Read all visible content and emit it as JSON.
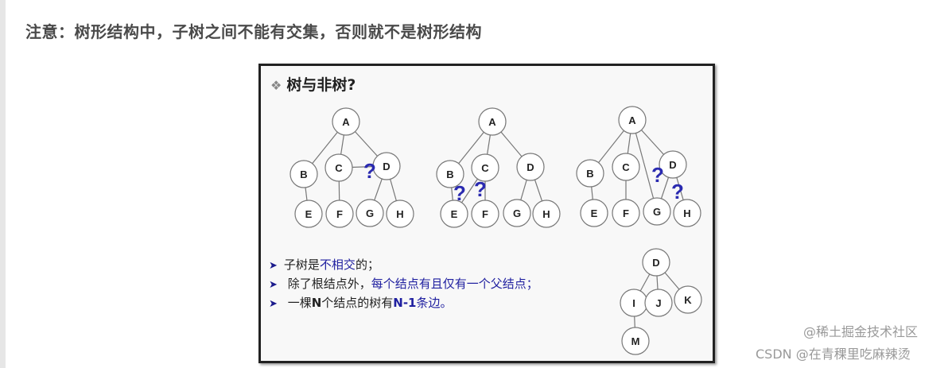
{
  "heading": "注意：树形结构中，子树之间不能有交集，否则就不是树形结构",
  "slide": {
    "title_icon": "diamond-bullet-icon",
    "title": "树与非树?",
    "bullets": [
      {
        "parts": [
          "子树是",
          "不相交",
          "的；"
        ]
      },
      {
        "parts": [
          "除了根结点外，",
          "每个结点有且仅有一个父结点；"
        ]
      },
      {
        "parts": [
          "一棵",
          "N",
          "个结点的树有",
          "N-1",
          "条边。"
        ]
      }
    ],
    "question_mark": "?",
    "trees": [
      {
        "nodes": [
          "A",
          "B",
          "C",
          "D",
          "E",
          "F",
          "G",
          "H"
        ],
        "edges": [
          [
            "A",
            "B"
          ],
          [
            "A",
            "C"
          ],
          [
            "A",
            "D"
          ],
          [
            "C",
            "D"
          ],
          [
            "B",
            "E"
          ],
          [
            "C",
            "F"
          ],
          [
            "D",
            "G"
          ],
          [
            "D",
            "H"
          ]
        ]
      },
      {
        "nodes": [
          "A",
          "B",
          "C",
          "D",
          "E",
          "F",
          "G",
          "H"
        ],
        "edges": [
          [
            "A",
            "B"
          ],
          [
            "A",
            "C"
          ],
          [
            "A",
            "D"
          ],
          [
            "B",
            "E"
          ],
          [
            "C",
            "E"
          ],
          [
            "C",
            "F"
          ],
          [
            "D",
            "G"
          ],
          [
            "D",
            "H"
          ]
        ]
      },
      {
        "nodes": [
          "A",
          "B",
          "C",
          "D",
          "E",
          "F",
          "G",
          "H"
        ],
        "edges": [
          [
            "A",
            "B"
          ],
          [
            "A",
            "C"
          ],
          [
            "A",
            "G"
          ],
          [
            "A",
            "D"
          ],
          [
            "B",
            "E"
          ],
          [
            "C",
            "F"
          ],
          [
            "D",
            "G"
          ],
          [
            "D",
            "H"
          ]
        ]
      },
      {
        "nodes": [
          "D",
          "I",
          "J",
          "K",
          "M"
        ],
        "edges": [
          [
            "D",
            "I"
          ],
          [
            "D",
            "J"
          ],
          [
            "D",
            "K"
          ],
          [
            "I",
            "M"
          ]
        ]
      }
    ],
    "colors": {
      "accent_text": "#2020a0",
      "question_mark": "#2a2ab0"
    }
  },
  "watermark": {
    "primary": "CSDN @在青稞里吃麻辣烫",
    "overlay": "@稀土掘金技术社区"
  }
}
